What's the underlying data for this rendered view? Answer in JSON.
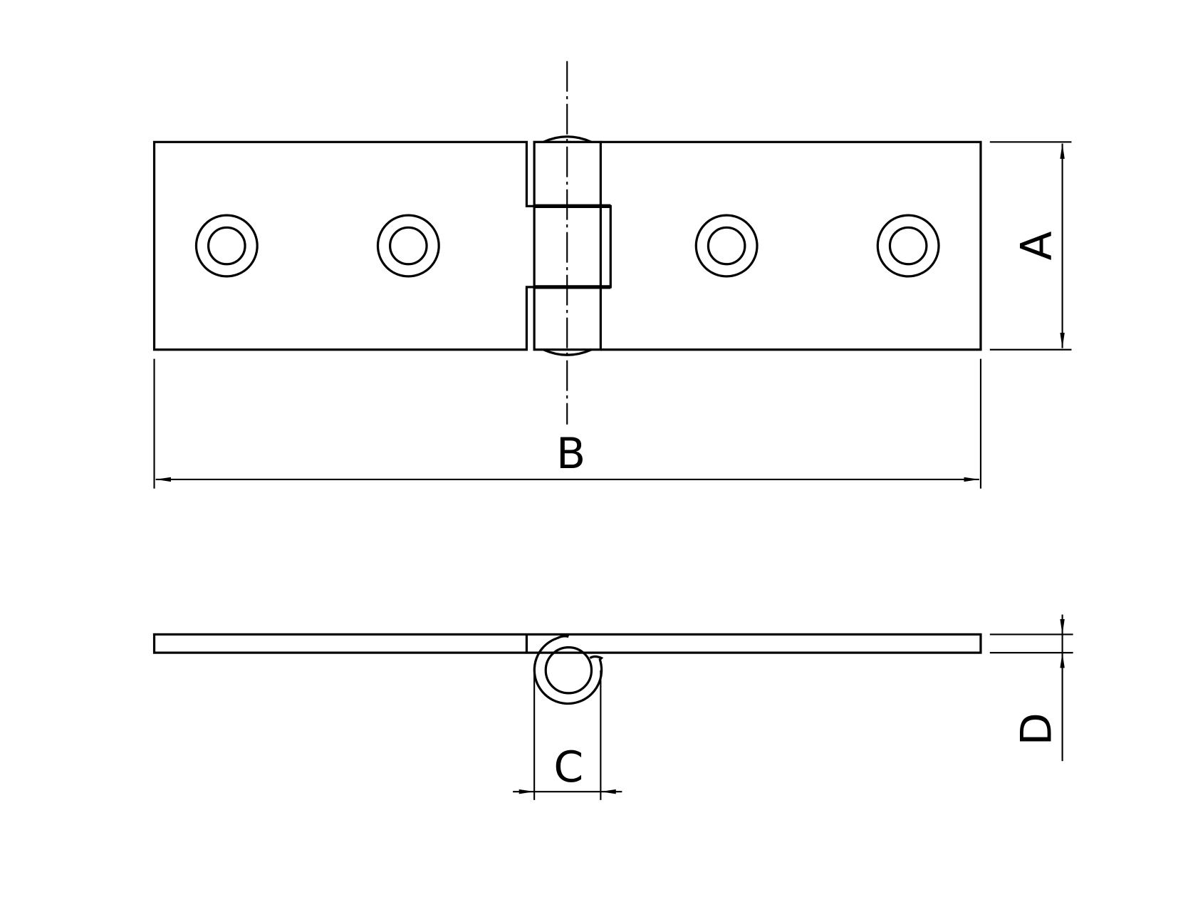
{
  "diagram": {
    "views": [
      "top-view",
      "side-view"
    ],
    "dimensions": {
      "A": "A",
      "B": "B",
      "C": "C",
      "D": "D"
    },
    "line_color": "#000000",
    "background": "#ffffff"
  }
}
